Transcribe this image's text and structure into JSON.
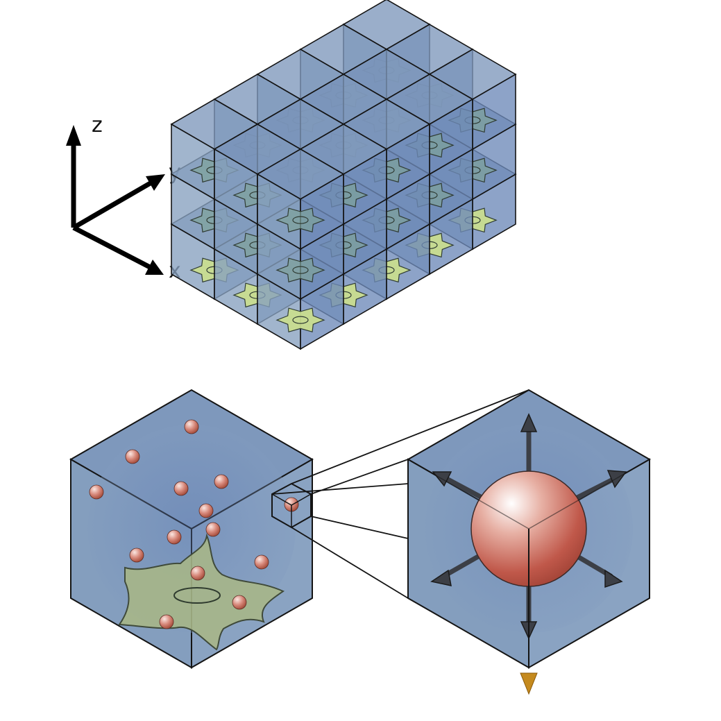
{
  "axes": {
    "z_label": "z",
    "y_label": "y",
    "x_label": "x"
  },
  "colors": {
    "cube_face": "#8aa3c2",
    "cube_inner": "#5a78b4",
    "cube_edge": "#141414",
    "cell_fill": "#c9dd8f",
    "cell_fill_deep": "#7fa39a",
    "particle": "#c96b5c",
    "sphere": "#c0584a",
    "arrow": "#3c3f46",
    "flux_arrow": "#c58a1e"
  },
  "lattice": {
    "columns": 5,
    "layers": 3,
    "depth_rows": 3
  },
  "diagram": {
    "particle_count": 13,
    "flux_arrow_count": 6
  }
}
